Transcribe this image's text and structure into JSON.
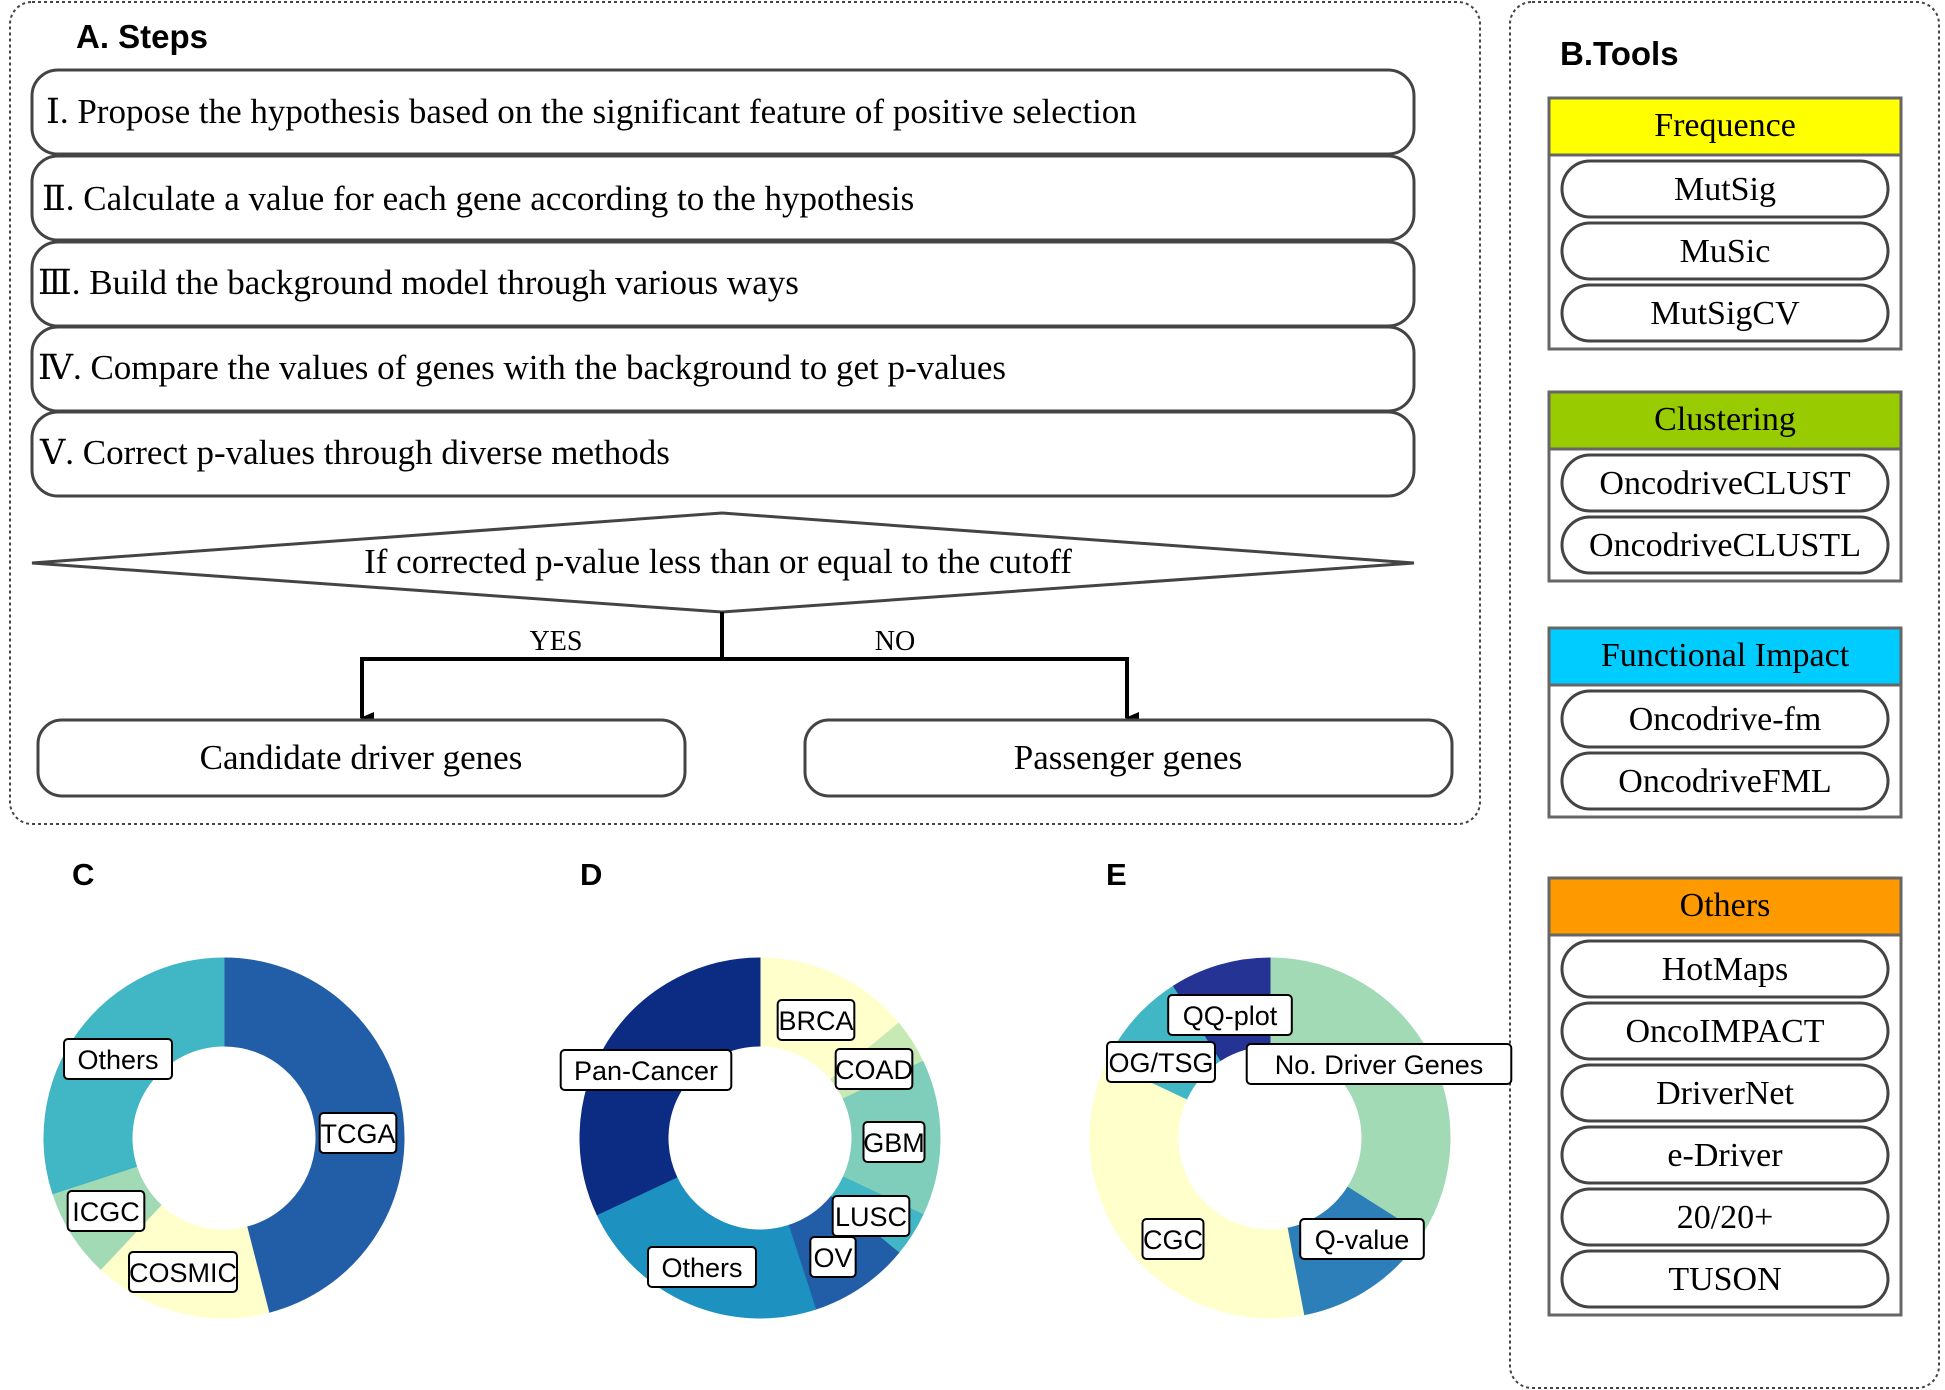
{
  "steps_panel": {
    "title": "A. Steps",
    "steps": [
      "Ⅰ. Propose the hypothesis based on the significant feature of positive selection",
      "Ⅱ. Calculate a value for each gene according to the hypothesis",
      "Ⅲ. Build the background model through various ways",
      "Ⅳ. Compare the values of genes with the background to get p-values",
      "Ⅴ. Correct p-values through diverse methods"
    ],
    "decision": "If corrected p-value less than or equal to the cutoff",
    "yes_label": "YES",
    "no_label": "NO",
    "outcome_yes": "Candidate driver genes",
    "outcome_no": "Passenger genes"
  },
  "tools_panel": {
    "title": "B.Tools",
    "groups": [
      {
        "name": "Frequence",
        "color": "#ffff00",
        "tools": [
          "MutSig",
          "MuSic",
          "MutSigCV"
        ]
      },
      {
        "name": "Clustering",
        "color": "#99cc00",
        "tools": [
          "OncodriveCLUST",
          "OncodriveCLUSTL"
        ]
      },
      {
        "name": "Functional Impact",
        "color": "#00ccff",
        "tools": [
          "Oncodrive-fm",
          "OncodriveFML"
        ]
      },
      {
        "name": "Others",
        "color": "#ff9900",
        "tools": [
          "HotMaps",
          "OncoIMPACT",
          "DriverNet",
          "e-Driver",
          "20/20+",
          "TUSON"
        ]
      }
    ]
  },
  "chart_data": [
    {
      "type": "pie",
      "panel_label": "C",
      "slices": [
        {
          "label": "TCGA",
          "value": 46,
          "color": "#225ea8"
        },
        {
          "label": "COSMIC",
          "value": 16,
          "color": "#ffffcc"
        },
        {
          "label": "ICGC",
          "value": 8,
          "color": "#a1dab4"
        },
        {
          "label": "Others",
          "value": 30,
          "color": "#41b6c4"
        }
      ]
    },
    {
      "type": "pie",
      "panel_label": "D",
      "slices": [
        {
          "label": "BRCA",
          "value": 14,
          "color": "#ffffcc"
        },
        {
          "label": "COAD",
          "value": 4,
          "color": "#c7e9b4"
        },
        {
          "label": "GBM",
          "value": 14,
          "color": "#7fcdbb"
        },
        {
          "label": "LUSC",
          "value": 4,
          "color": "#41b6c4"
        },
        {
          "label": "OV",
          "value": 9,
          "color": "#225ea8"
        },
        {
          "label": "Others",
          "value": 23,
          "color": "#1d91c0"
        },
        {
          "label": "Pan-Cancer",
          "value": 32,
          "color": "#0c2c84"
        }
      ]
    },
    {
      "type": "pie",
      "panel_label": "E",
      "slices": [
        {
          "label": "No. Driver Genes",
          "value": 34,
          "color": "#a1dab4"
        },
        {
          "label": "Q-value",
          "value": 13,
          "color": "#2c7fb8"
        },
        {
          "label": "CGC",
          "value": 35,
          "color": "#ffffcc"
        },
        {
          "label": "OG/TSG",
          "value": 9,
          "color": "#41b6c4"
        },
        {
          "label": "QQ-plot",
          "value": 9,
          "color": "#253494"
        }
      ]
    }
  ]
}
